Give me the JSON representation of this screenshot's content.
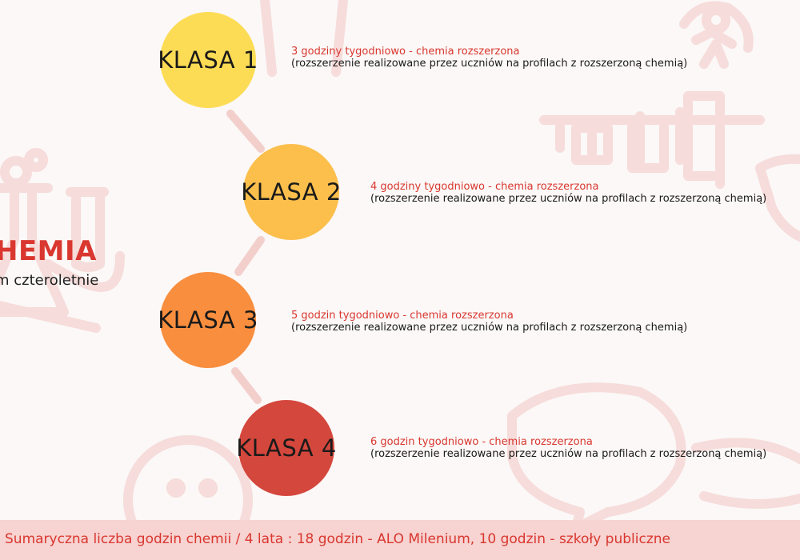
{
  "title": "HEMIA",
  "subtitle": "m czteroletnie",
  "colors": {
    "accent": "#d9372f",
    "klasa_1": "#fddc55",
    "klasa_2": "#fcbf4c",
    "klasa_3": "#f98e3e",
    "klasa_4": "#d4473c",
    "connector": "#f3cfcc",
    "footer_bg": "#f7d3d1"
  },
  "classes": [
    {
      "label": "KLASA 1",
      "hours": "3 godziny tygodniowo - chemia rozszerzona",
      "note": "(rozszerzenie realizowane przez uczniów na profilach z rozszerzoną chemią)"
    },
    {
      "label": "KLASA 2",
      "hours": "4 godziny tygodniowo - chemia rozszerzona",
      "note": "(rozszerzenie realizowane przez uczniów na profilach z rozszerzoną chemią)"
    },
    {
      "label": "KLASA 3",
      "hours": "5 godzin tygodniowo - chemia rozszerzona",
      "note": "(rozszerzenie realizowane przez uczniów na profilach z rozszerzoną chemią)"
    },
    {
      "label": "KLASA 4",
      "hours": "6 godzin tygodniowo - chemia rozszerzona",
      "note": "(rozszerzenie realizowane przez uczniów na profilach z rozszerzoną chemią)"
    }
  ],
  "footer": "Sumaryczna liczba godzin chemii / 4 lata : 18 godzin - ALO Milenium, 10 godzin - szkoły publiczne"
}
